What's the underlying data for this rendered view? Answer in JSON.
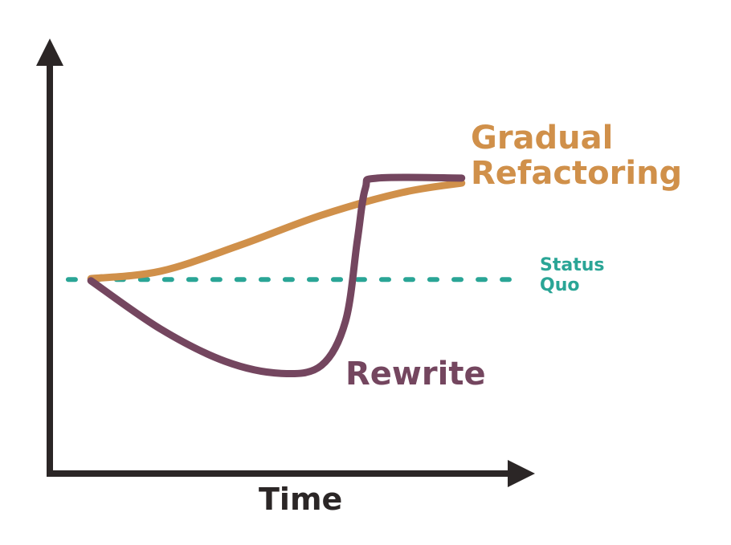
{
  "chart_data": {
    "type": "line",
    "title": "",
    "xlabel": "Time",
    "ylabel": "",
    "xlim": [
      0,
      100
    ],
    "ylim": [
      0,
      100
    ],
    "grid": false,
    "series": [
      {
        "name": "Gradual Refactoring",
        "line1": "Gradual",
        "line2": "Refactoring",
        "color": "#d0904a",
        "style": "solid",
        "x": [
          8.7,
          23.5,
          40.5,
          57.5,
          74.5,
          87.2
        ],
        "y": [
          46.7,
          48.5,
          54.8,
          61.9,
          67.3,
          69.6
        ]
      },
      {
        "name": "Rewrite",
        "color": "#74465f",
        "style": "solid",
        "x": [
          8.7,
          23.5,
          37.1,
          49,
          57.5,
          62.6,
          65.1,
          66.8,
          69.4,
          87.2
        ],
        "y": [
          46.2,
          34.6,
          26.9,
          24,
          25.9,
          36.5,
          55.8,
          68.3,
          70.8,
          70.8
        ]
      },
      {
        "name": "Status Quo",
        "line1": "Status",
        "line2": "Quo",
        "color": "#2aa596",
        "style": "dotted",
        "x": [
          3.9,
          100
        ],
        "y": [
          46.5,
          46.5
        ]
      }
    ],
    "axis_color": "#2b2626"
  }
}
